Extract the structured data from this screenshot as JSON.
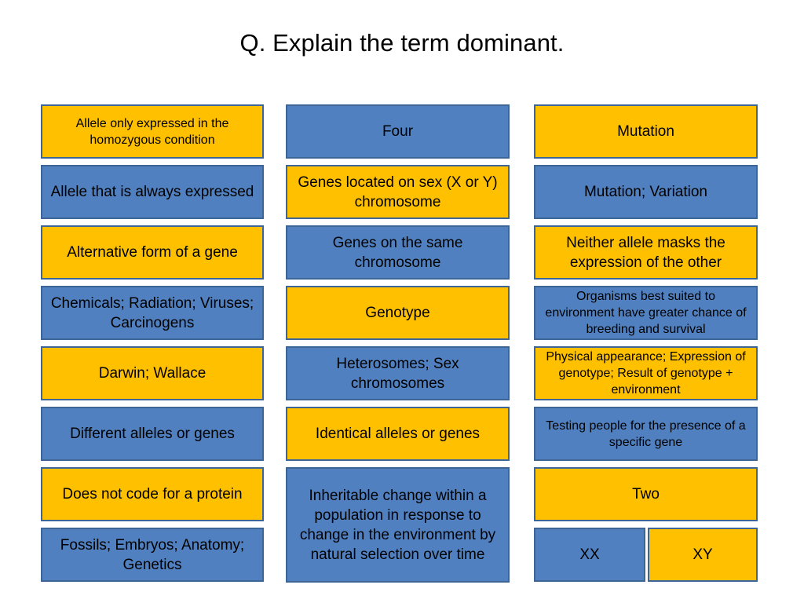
{
  "slide": {
    "title": "Q. Explain the term dominant."
  },
  "colors": {
    "blue": "#5080bf",
    "yellow": "#ffc000",
    "border": "#3d6596",
    "background": "#ffffff",
    "text": "#000000"
  },
  "columns": [
    {
      "id": "column-1",
      "boxes": [
        {
          "text": "Allele only expressed in the homozygous condition",
          "color": "yellow",
          "size": "std",
          "text_size": "small"
        },
        {
          "text": "Allele that is always expressed",
          "color": "blue",
          "size": "std",
          "text_size": "normal"
        },
        {
          "text": "Alternative form of a gene",
          "color": "yellow",
          "size": "std",
          "text_size": "normal"
        },
        {
          "text": "Chemicals; Radiation; Viruses; Carcinogens",
          "color": "blue",
          "size": "std",
          "text_size": "normal"
        },
        {
          "text": "Darwin; Wallace",
          "color": "yellow",
          "size": "std",
          "text_size": "normal"
        },
        {
          "text": "Different alleles or genes",
          "color": "blue",
          "size": "std",
          "text_size": "normal"
        },
        {
          "text": "Does not code for a protein",
          "color": "yellow",
          "size": "std",
          "text_size": "normal"
        },
        {
          "text": "Fossils; Embryos; Anatomy; Genetics",
          "color": "blue",
          "size": "std",
          "text_size": "normal"
        }
      ]
    },
    {
      "id": "column-2",
      "boxes": [
        {
          "text": "Four",
          "color": "blue",
          "size": "std",
          "text_size": "normal"
        },
        {
          "text": "Genes located on sex (X or Y) chromosome",
          "color": "yellow",
          "size": "std",
          "text_size": "normal"
        },
        {
          "text": "Genes on the same chromosome",
          "color": "blue",
          "size": "std",
          "text_size": "normal"
        },
        {
          "text": "Genotype",
          "color": "yellow",
          "size": "std",
          "text_size": "normal"
        },
        {
          "text": "Heterosomes; Sex chromosomes",
          "color": "blue",
          "size": "std",
          "text_size": "normal"
        },
        {
          "text": "Identical alleles or genes",
          "color": "yellow",
          "size": "std",
          "text_size": "normal"
        },
        {
          "text": "Inheritable change within a population in response to change in the environment by natural selection over time",
          "color": "blue",
          "size": "tall",
          "text_size": "normal"
        }
      ]
    },
    {
      "id": "column-3",
      "boxes": [
        {
          "text": "Mutation",
          "color": "yellow",
          "size": "std",
          "text_size": "normal"
        },
        {
          "text": "Mutation; Variation",
          "color": "blue",
          "size": "std",
          "text_size": "normal"
        },
        {
          "text": "Neither allele masks the expression of the other",
          "color": "yellow",
          "size": "std",
          "text_size": "normal"
        },
        {
          "text": "Organisms best suited to environment have greater chance of breeding and survival",
          "color": "blue",
          "size": "std",
          "text_size": "small"
        },
        {
          "text": "Physical appearance; Expression of genotype; Result of genotype + environment",
          "color": "yellow",
          "size": "std",
          "text_size": "small"
        },
        {
          "text": "Testing people for the presence of a specific gene",
          "color": "blue",
          "size": "std",
          "text_size": "small"
        },
        {
          "text": "Two",
          "color": "yellow",
          "size": "std",
          "text_size": "normal"
        }
      ],
      "split_row": {
        "left": {
          "text": "XX",
          "color": "blue"
        },
        "right": {
          "text": "XY",
          "color": "yellow"
        }
      }
    }
  ]
}
